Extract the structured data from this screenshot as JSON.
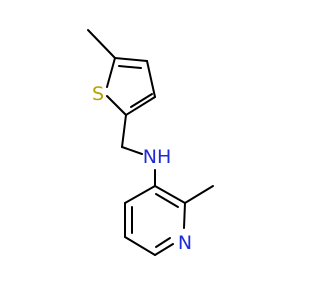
{
  "molecule": {
    "atoms": {
      "sulfur": {
        "symbol": "S",
        "color": "#b8a000"
      },
      "amine": {
        "symbol": "NH",
        "color": "#1f2bd9"
      },
      "pyridine_n": {
        "symbol": "N",
        "color": "#1f2bd9"
      }
    },
    "bond_color": "#000000"
  }
}
